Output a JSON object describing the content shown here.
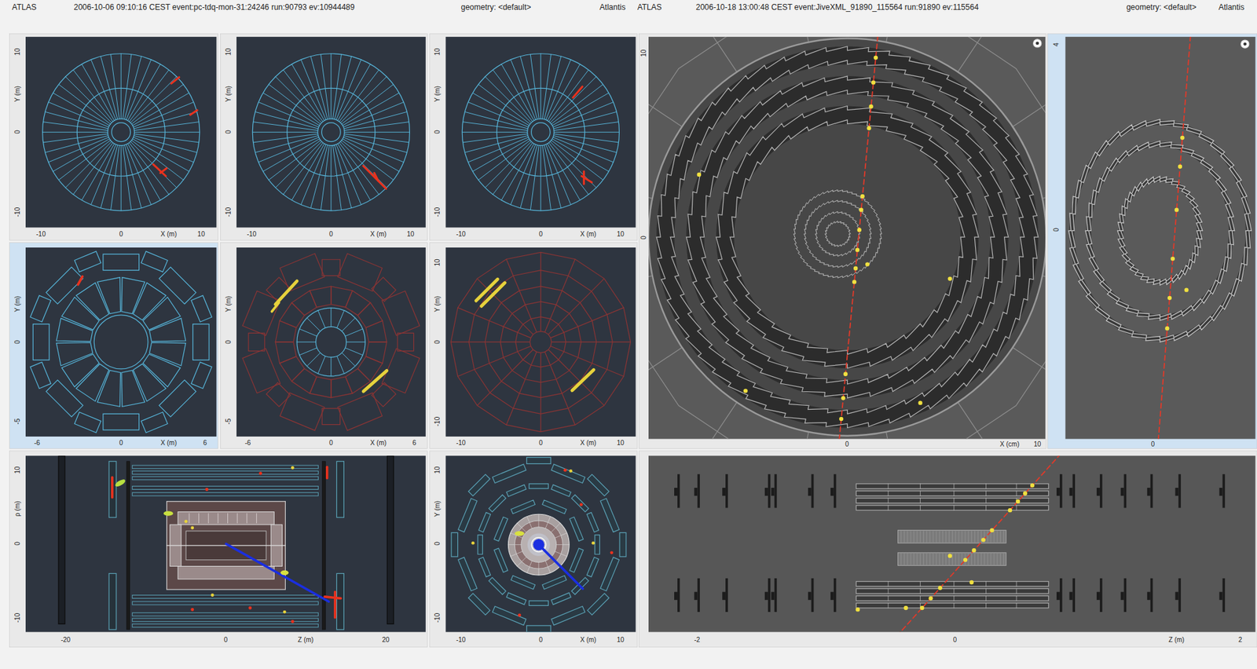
{
  "diagram": {
    "labels": [
      "ATLAS",
      "2006-10-06 09:10:16 CEST event:pc-tdq-mon-31:24246 run:90793 ev:10944489",
      "geometry: <default>",
      "Atlantis",
      "ATLAS",
      "2006-10-18 13:00:48 CEST event:JiveXML_91890_115564 run:91890 ev:115564",
      "geometry: <default>",
      "Atlantis",
      "10",
      "Y (m)",
      "0",
      "-10",
      "-10",
      "0",
      "X (m)",
      "10",
      "10",
      "Y (m)",
      "0",
      "-10",
      "-10",
      "0",
      "X (m)",
      "10",
      "10",
      "Y (m)",
      "0",
      "-10",
      "-10",
      "0",
      "X (m)",
      "10",
      "Y (m)",
      "0",
      "-5",
      "-6",
      "0",
      "X (m)",
      "6",
      "Y (m)",
      "0",
      "-5",
      "-6",
      "0",
      "X (m)",
      "6",
      "10",
      "Y (m)",
      "0",
      "-10",
      "-10",
      "0",
      "X (m)",
      "10",
      "10",
      "ρ (m)",
      "0",
      "-10",
      "-20",
      "0",
      "Z (m)",
      "20",
      "10",
      "Y (m)",
      "0",
      "-10",
      "-10",
      "0",
      "X (m)",
      "10",
      "10",
      "0",
      "0",
      "X (cm)",
      "10",
      "4",
      "0",
      "0",
      "-2",
      "0",
      "Z (m)",
      "2"
    ]
  }
}
